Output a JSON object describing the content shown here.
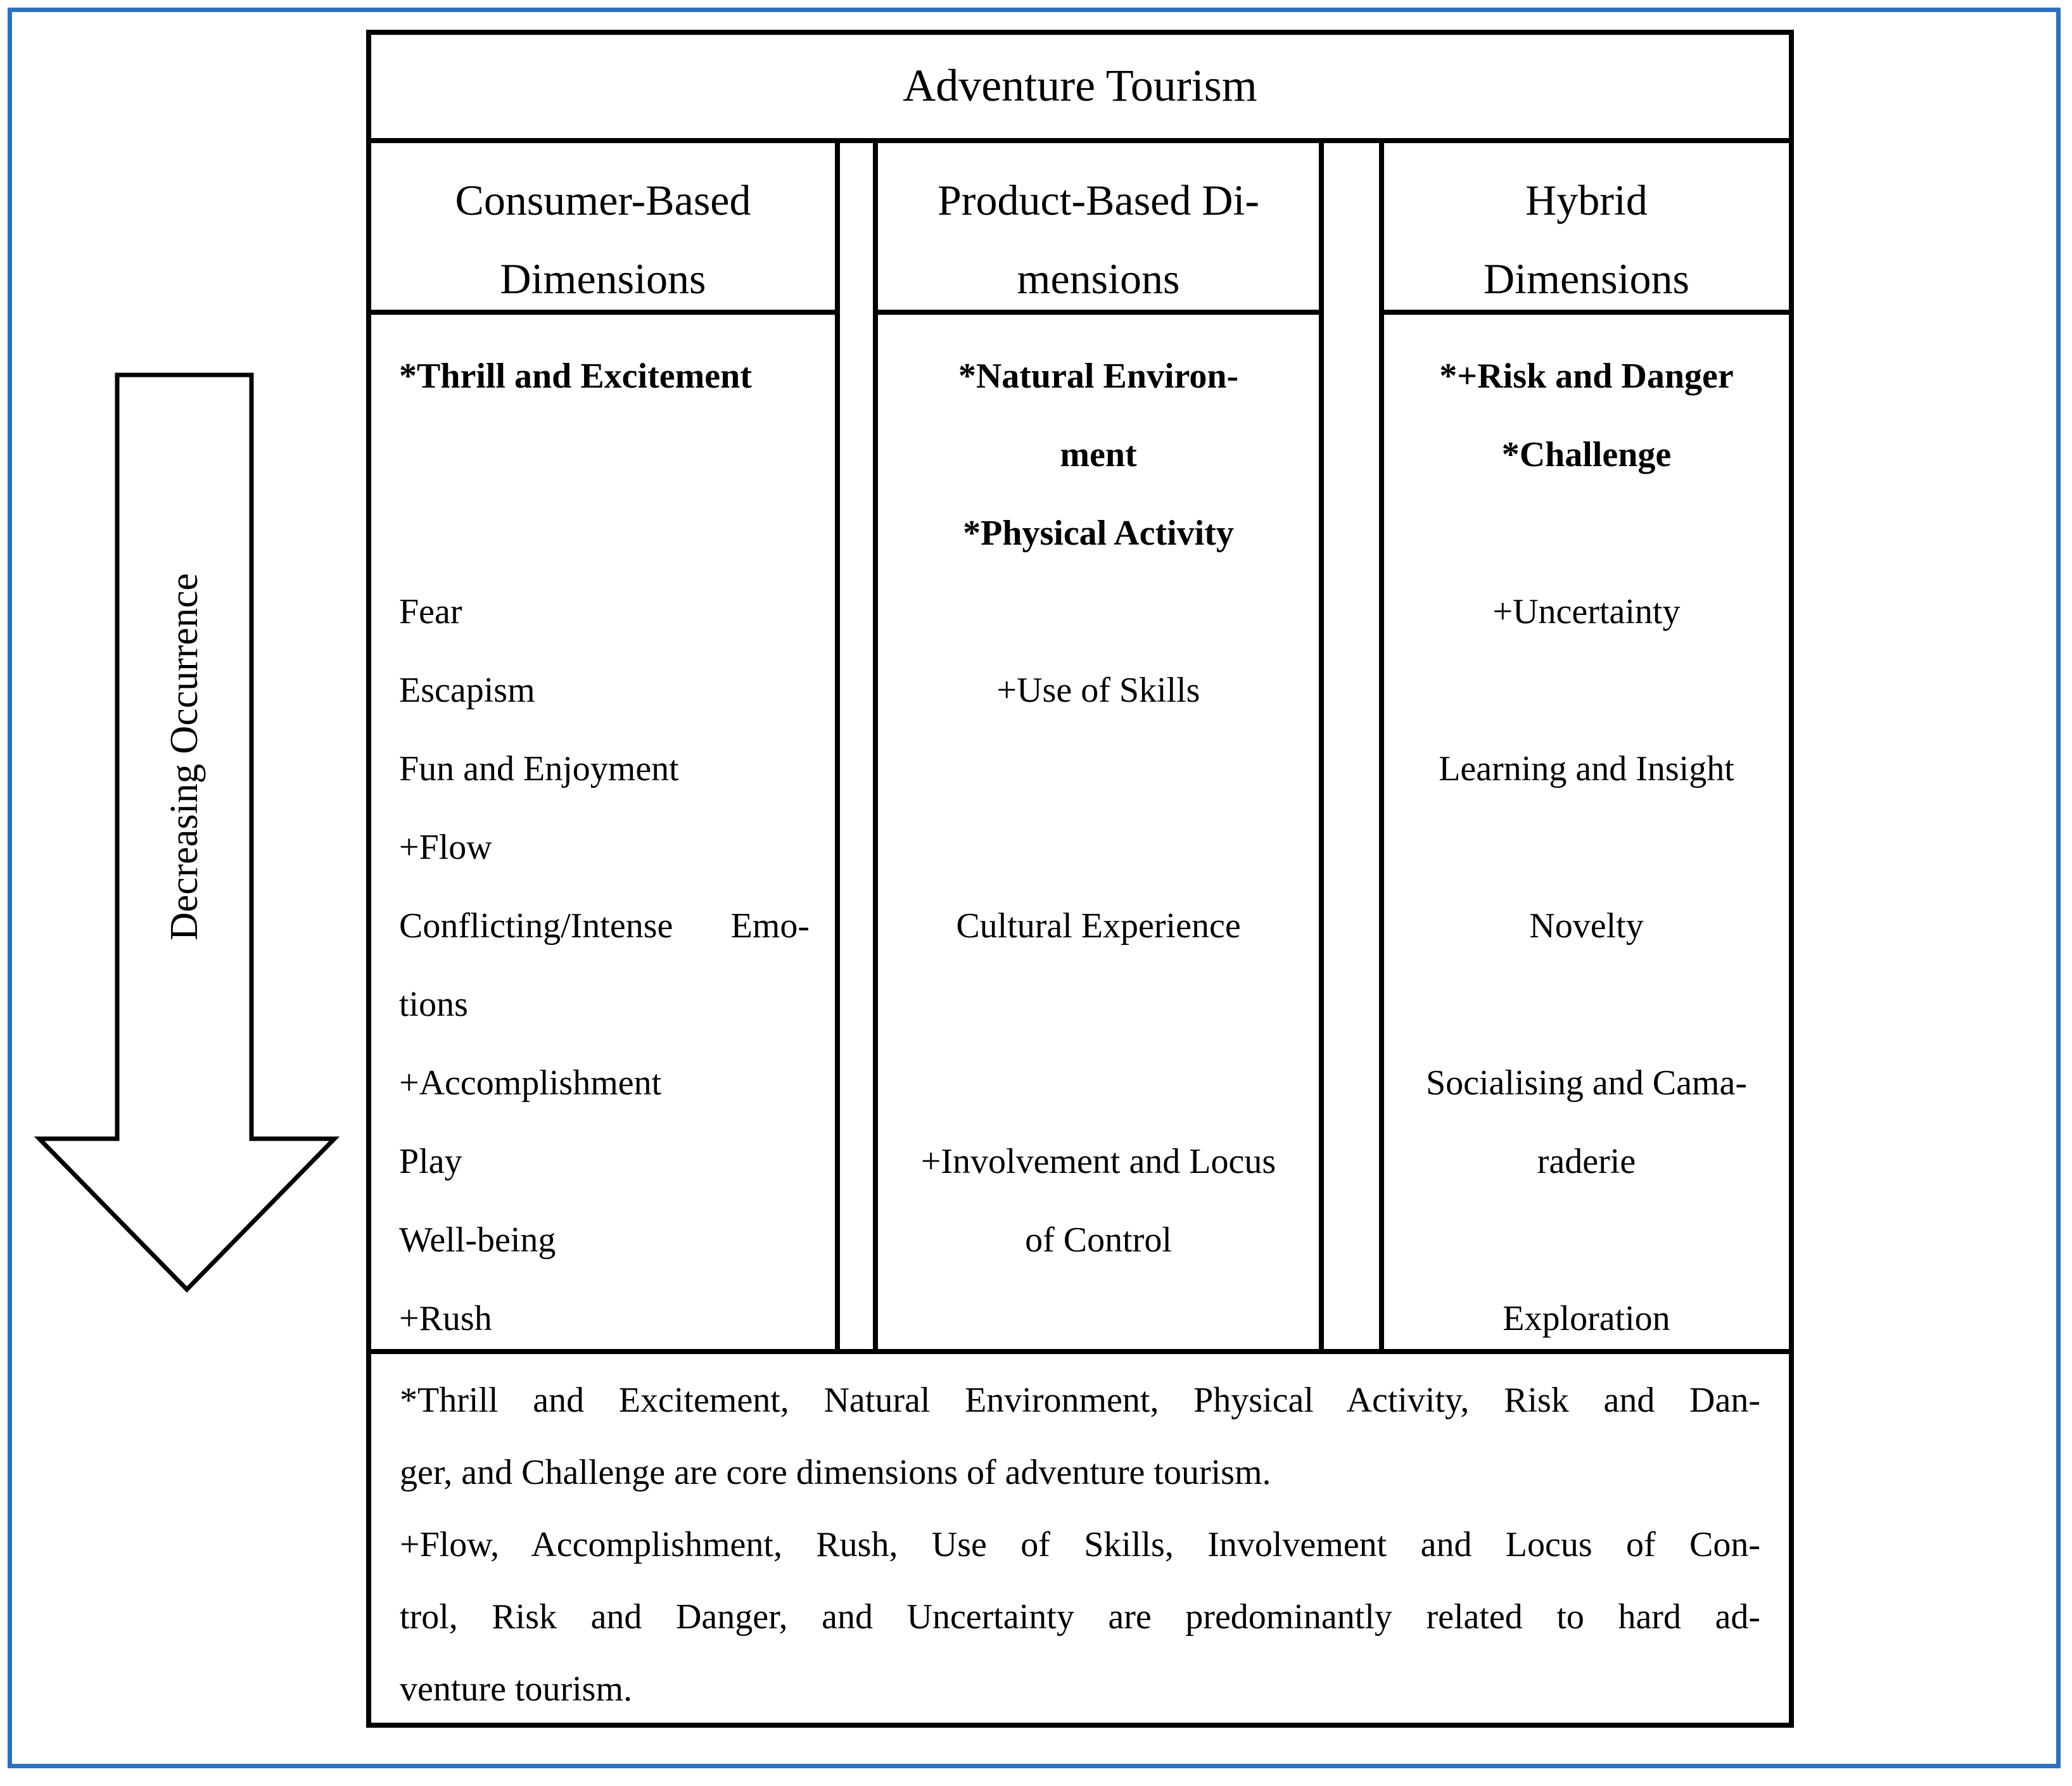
{
  "title": "Adventure Tourism",
  "arrow_label": "Decreasing Occurrence",
  "colors": {
    "frame_blue": "#2e6fc0",
    "line_black": "#000000"
  },
  "columns": [
    {
      "header": [
        "Consumer-Based",
        "Dimensions"
      ],
      "align": "left",
      "lines": [
        {
          "text": "*Thrill and Excitement",
          "bold": true
        },
        {
          "text": ""
        },
        {
          "text": ""
        },
        {
          "text": "Fear"
        },
        {
          "text": "Escapism"
        },
        {
          "text": "Fun and Enjoyment"
        },
        {
          "text": "+Flow"
        },
        {
          "text": "Conflicting/Intense Emo-",
          "justify": true
        },
        {
          "text": "tions"
        },
        {
          "text": "+Accomplishment"
        },
        {
          "text": "Play"
        },
        {
          "text": "Well-being"
        },
        {
          "text": "+Rush"
        }
      ]
    },
    {
      "header": [
        "Product-Based Di-",
        "mensions"
      ],
      "align": "center",
      "lines": [
        {
          "text": "*Natural Environ-",
          "bold": true
        },
        {
          "text": "ment",
          "bold": true
        },
        {
          "text": "*Physical Activity",
          "bold": true
        },
        {
          "text": ""
        },
        {
          "text": "+Use of Skills"
        },
        {
          "text": ""
        },
        {
          "text": ""
        },
        {
          "text": "Cultural Experience"
        },
        {
          "text": ""
        },
        {
          "text": ""
        },
        {
          "text": "+Involvement and Locus"
        },
        {
          "text": "of Control"
        },
        {
          "text": ""
        }
      ]
    },
    {
      "header": [
        "Hybrid",
        "Dimensions"
      ],
      "align": "center",
      "lines": [
        {
          "text": "*+Risk and Danger",
          "bold": true
        },
        {
          "text": "*Challenge",
          "bold": true
        },
        {
          "text": ""
        },
        {
          "text": "+Uncertainty"
        },
        {
          "text": ""
        },
        {
          "text": "Learning and Insight"
        },
        {
          "text": ""
        },
        {
          "text": "Novelty"
        },
        {
          "text": ""
        },
        {
          "text": "Socialising and Cama-"
        },
        {
          "text": "raderie"
        },
        {
          "text": ""
        },
        {
          "text": "Exploration"
        }
      ]
    }
  ],
  "footnote": {
    "lines": [
      {
        "text": "*Thrill and Excitement, Natural Environment, Physical Activity, Risk and Dan-",
        "justify": true
      },
      {
        "text": "ger, and Challenge are core dimensions of adventure tourism."
      },
      {
        "text": "+Flow, Accomplishment, Rush, Use of Skills, Involvement and Locus of Con-",
        "justify": true
      },
      {
        "text": "trol, Risk and Danger, and Uncertainty are predominantly related to hard ad-",
        "justify": true
      },
      {
        "text": "venture tourism."
      }
    ]
  }
}
